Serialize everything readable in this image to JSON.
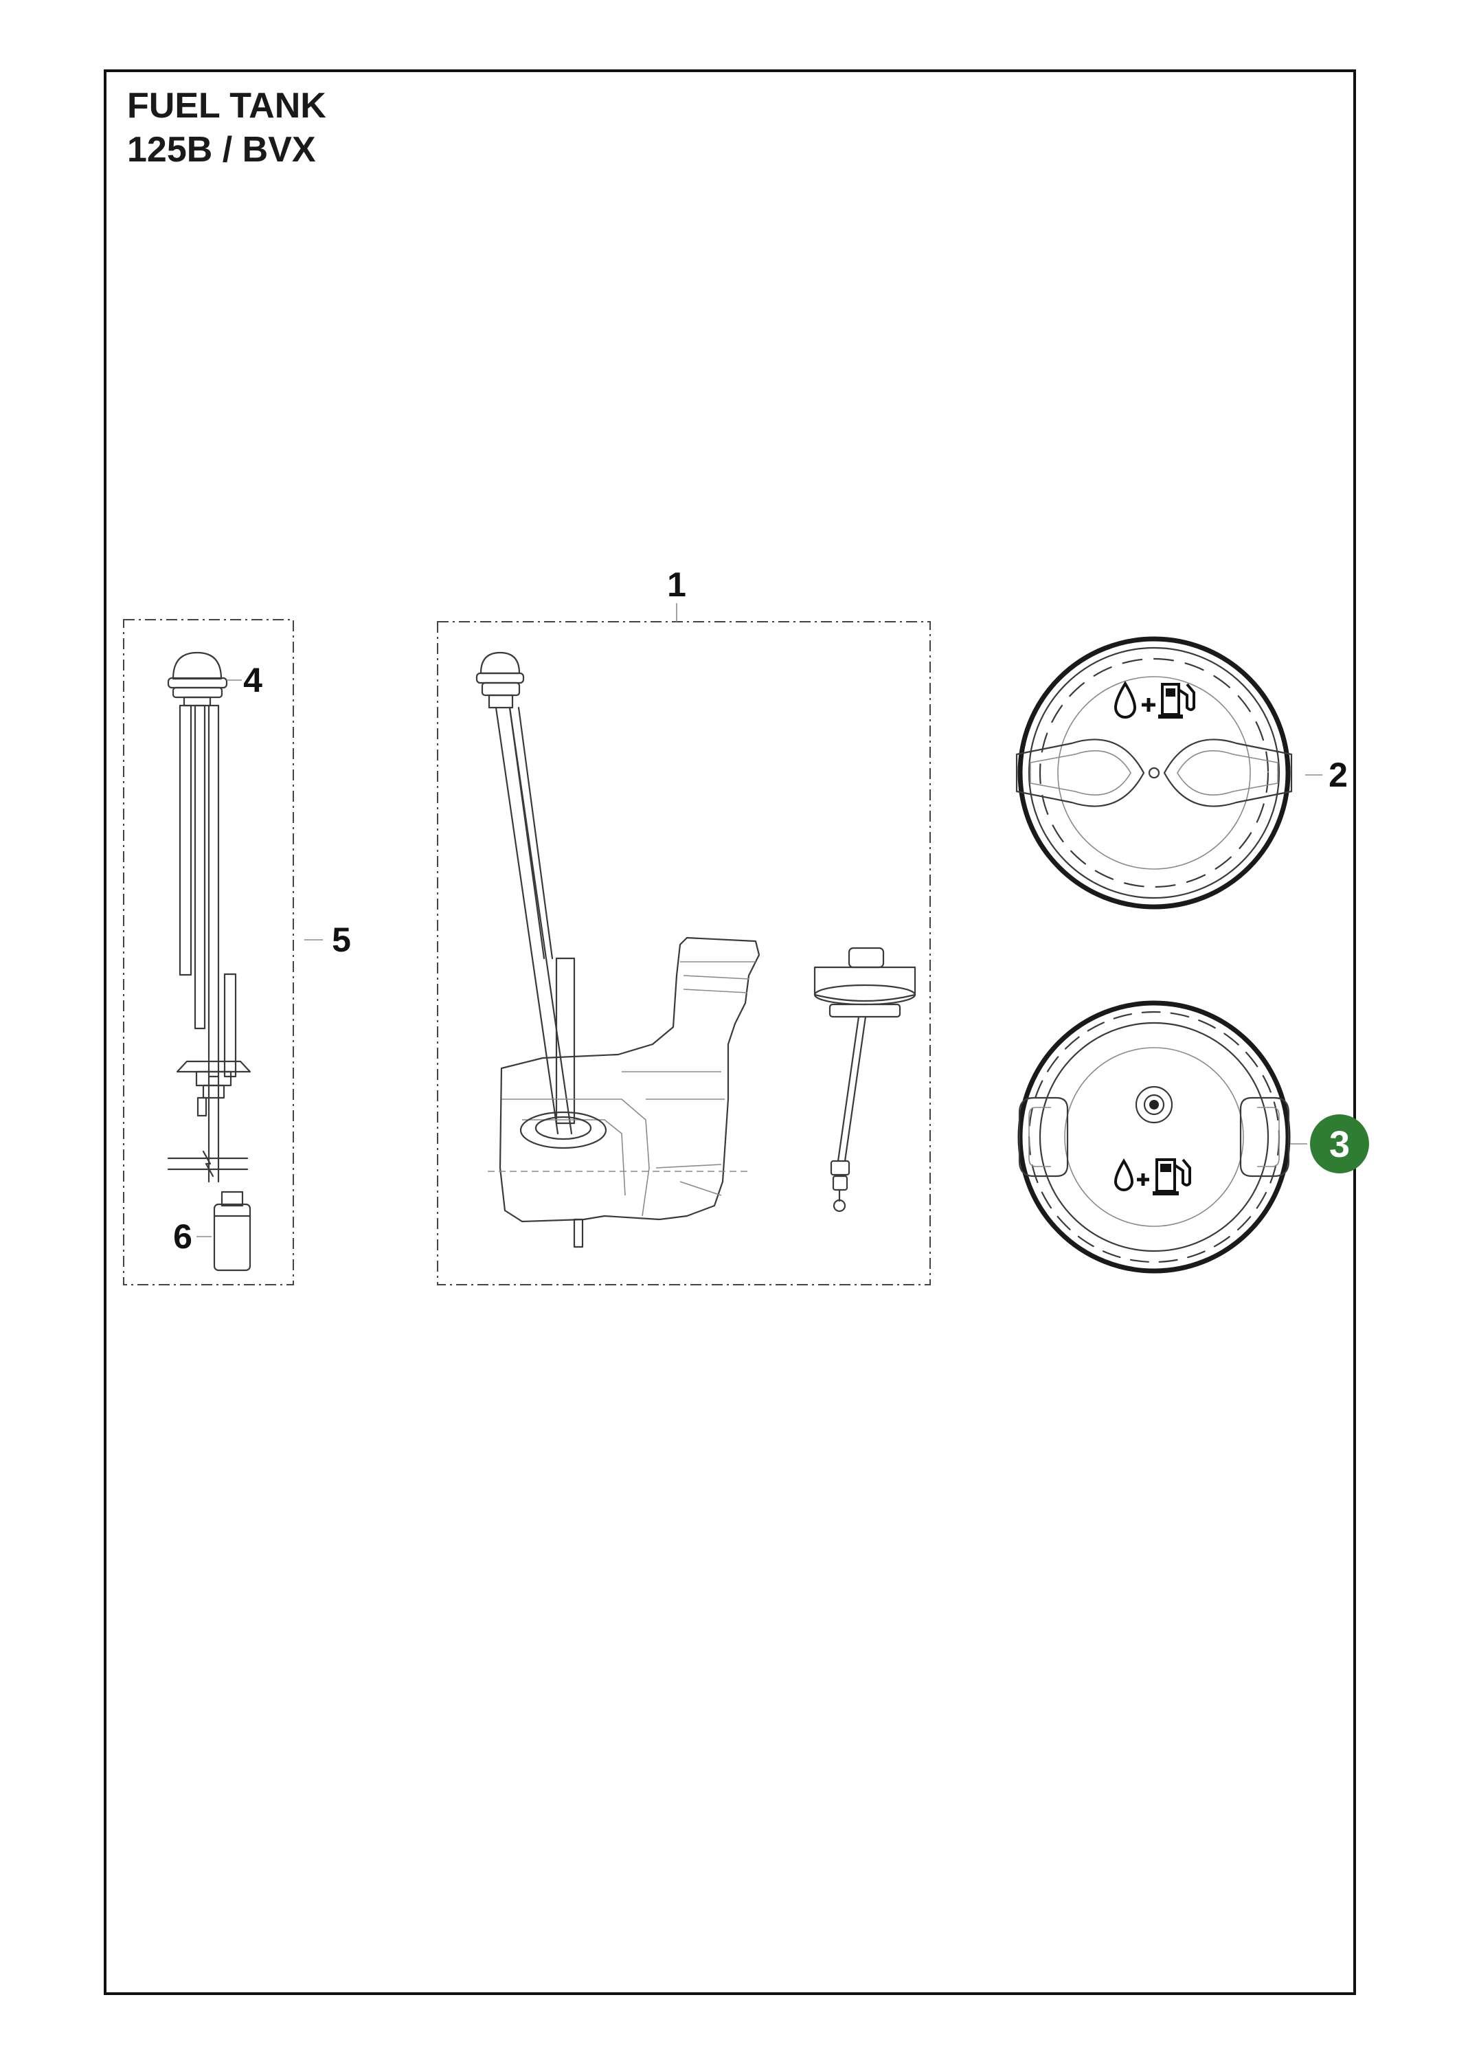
{
  "header": {
    "title": "FUEL TANK",
    "subtitle": "125B / BVX"
  },
  "callouts": [
    {
      "id": "1",
      "label": "1"
    },
    {
      "id": "2",
      "label": "2"
    },
    {
      "id": "3",
      "label": "3",
      "highlighted": true
    },
    {
      "id": "4",
      "label": "4"
    },
    {
      "id": "5",
      "label": "5"
    },
    {
      "id": "6",
      "label": "6"
    }
  ],
  "colors": {
    "highlight_badge": "#2e7d32",
    "line": "#3a3a3a",
    "frame": "#111111"
  },
  "icons": [
    "oil-drop-icon",
    "plus-icon",
    "fuel-pump-icon"
  ]
}
